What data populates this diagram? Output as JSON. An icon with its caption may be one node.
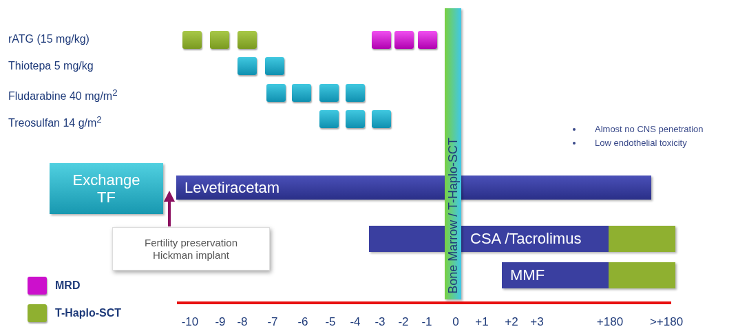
{
  "diagram": {
    "nodes": [
      {
        "text": [
          "Bone Marrow / T-Haplo-SCT"
        ]
      },
      {
        "text": [
          "Exchange TF"
        ]
      },
      {
        "text": [
          "Levetiracetam"
        ]
      },
      {
        "text": [
          "Fertility preservation",
          "Hickman implant"
        ]
      },
      {
        "text": [
          "CSA /Tacrolimus"
        ]
      },
      {
        "text": [
          "MMF"
        ]
      }
    ],
    "edges": [
      {
        "from": 3,
        "to": 1,
        "arrow": "to",
        "color": "#8b1060"
      }
    ],
    "labels": [
      "rATG (15 mg/kg)",
      "Thiotepa 5 mg/kg",
      "Fludarabine 40 mg/m$^{2}$",
      "Treosulfan 14 g/m$^{2}$",
      "Almost no CNS penetration",
      "Low endothelial toxicity",
      "-10",
      "-9",
      "-8",
      "-7",
      "-6",
      "-5",
      "-4",
      "-3",
      "-2",
      "-1",
      "0",
      "+1",
      "+2",
      "+3",
      "+180",
      ">+180"
    ],
    "legend": [
      {
        "text": "MRD",
        "color": "#cc10cc"
      },
      {
        "text": "T-Haplo-SCT",
        "color": "#8fb030"
      }
    ]
  }
}
